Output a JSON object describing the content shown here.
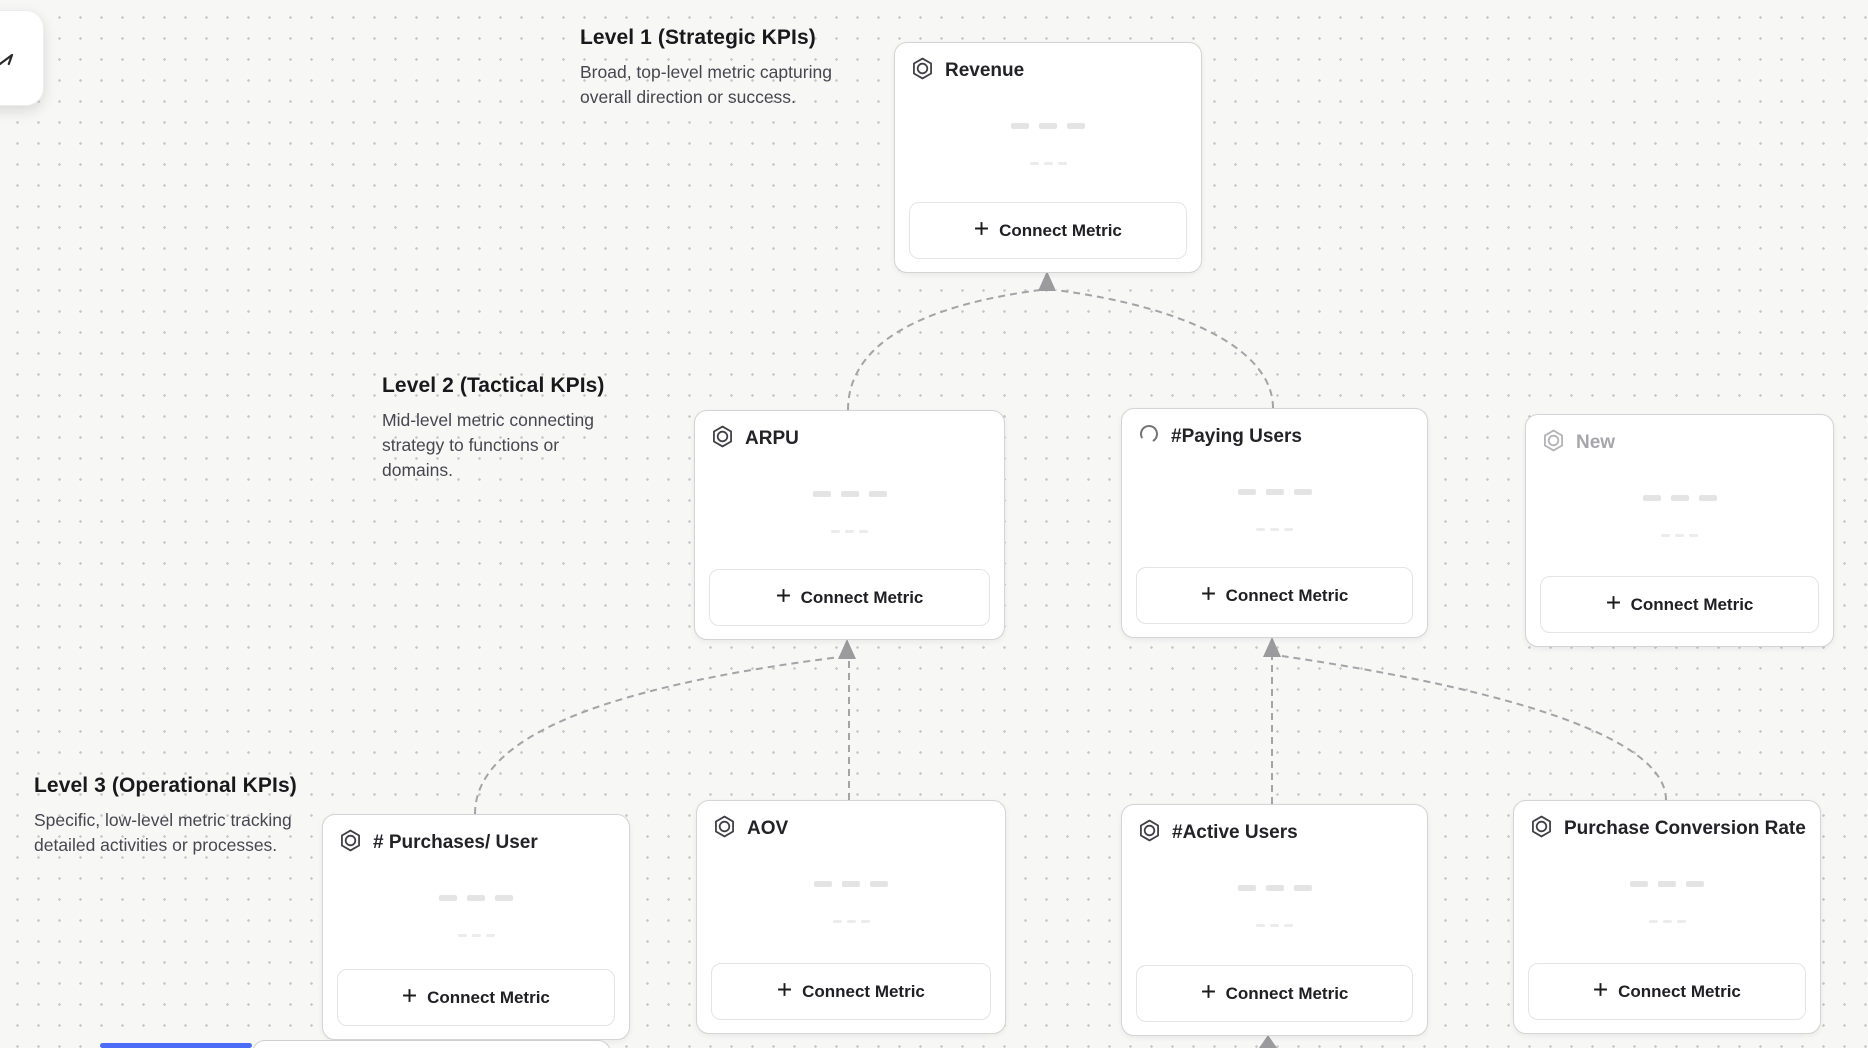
{
  "ui": {
    "connect_metric_label": "Connect Metric",
    "accent_scrollbar_color": "#4a6cf7",
    "connector_color": "#a4a4a7",
    "card_border_color": "#d4d4d4"
  },
  "levels": [
    {
      "title": "Level 1 (Strategic KPIs)",
      "description": "Broad, top-level metric capturing overall direction or success."
    },
    {
      "title": "Level 2 (Tactical KPIs)",
      "description": "Mid-level metric connecting strategy to functions or domains."
    },
    {
      "title": "Level 3 (Operational KPIs)",
      "description": "Specific, low-level metric tracking detailed activities or processes."
    }
  ],
  "nodes": [
    {
      "id": "revenue",
      "title": "Revenue",
      "icon": "metric-hexagon-icon",
      "level": 1
    },
    {
      "id": "arpu",
      "title": "ARPU",
      "icon": "metric-hexagon-icon",
      "level": 2
    },
    {
      "id": "paying-users",
      "title": "#Paying Users",
      "icon": "spinner-icon",
      "level": 2
    },
    {
      "id": "new",
      "title": "New",
      "icon": "metric-hexagon-icon",
      "level": 2,
      "state": "draft"
    },
    {
      "id": "purchases-per-user",
      "title": "# Purchases/ User",
      "icon": "metric-hexagon-icon",
      "level": 3
    },
    {
      "id": "aov",
      "title": "AOV",
      "icon": "metric-hexagon-icon",
      "level": 3
    },
    {
      "id": "active-users",
      "title": "#Active Users",
      "icon": "metric-hexagon-icon",
      "level": 3
    },
    {
      "id": "purchase-conversion-rate",
      "title": "Purchase Conversion Rate",
      "icon": "metric-hexagon-icon",
      "level": 3
    }
  ],
  "connections": [
    {
      "from": "ARPU",
      "to": "Revenue",
      "style": "dashed-curve"
    },
    {
      "from": "#Paying Users",
      "to": "Revenue",
      "style": "dashed-curve"
    },
    {
      "from": "# Purchases/ User",
      "to": "ARPU",
      "style": "dashed-curve"
    },
    {
      "from": "AOV",
      "to": "ARPU",
      "style": "dashed-straight"
    },
    {
      "from": "#Active Users",
      "to": "#Paying Users",
      "style": "dashed-straight"
    },
    {
      "from": "Purchase Conversion Rate",
      "to": "#Paying Users",
      "style": "dashed-curve"
    },
    {
      "from": "offscreen-below",
      "to": "#Active Users",
      "style": "dashed-straight"
    }
  ]
}
